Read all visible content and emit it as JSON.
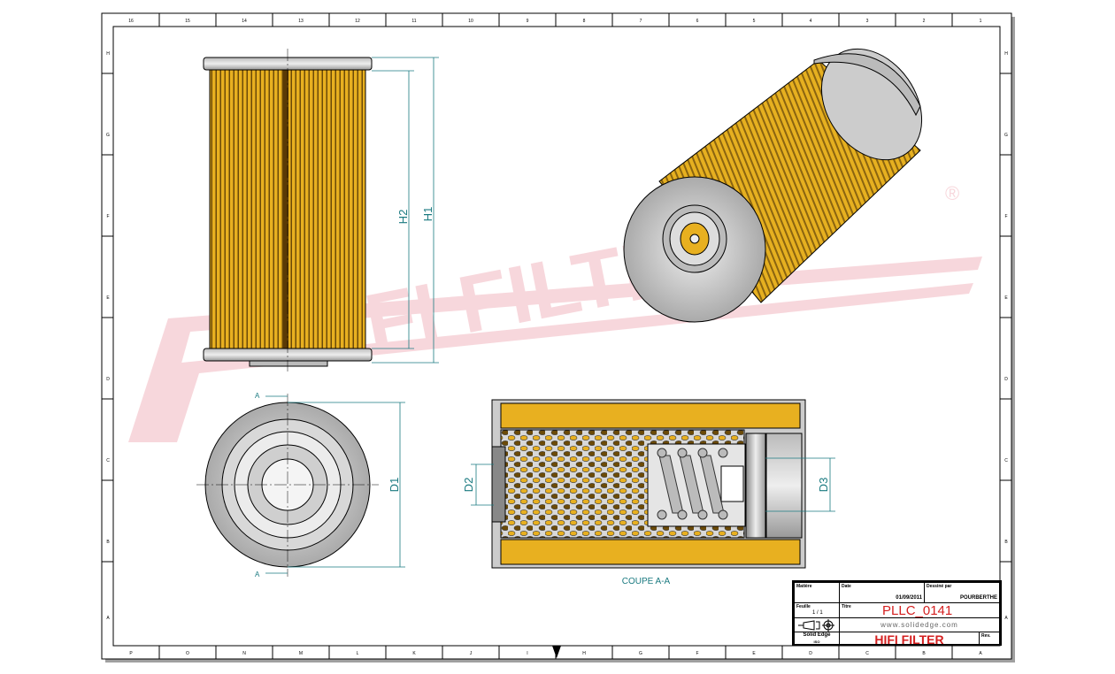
{
  "sheet": {
    "top_zones": [
      "16",
      "15",
      "14",
      "13",
      "12",
      "11",
      "10",
      "9",
      "8",
      "7",
      "6",
      "5",
      "4",
      "3",
      "2",
      "1"
    ],
    "bottom_zones": [
      "P",
      "O",
      "N",
      "M",
      "L",
      "K",
      "J",
      "I",
      "H",
      "G",
      "F",
      "E",
      "D",
      "C",
      "B",
      "A"
    ],
    "side_zones": [
      "H",
      "G",
      "F",
      "E",
      "D",
      "C",
      "B",
      "A"
    ]
  },
  "views": {
    "front_dims": {
      "h2": "H2",
      "h1": "H1"
    },
    "end_dims": {
      "d1": "D1",
      "section_mark": "A"
    },
    "section_dims": {
      "d2": "D2",
      "d3": "D3"
    },
    "section_caption": "COUPE A-A"
  },
  "watermark": {
    "text": "HIFI FILTER",
    "registered": "®"
  },
  "title_block": {
    "label_material": "Matière",
    "label_date": "Date",
    "date": "01/09/2011",
    "label_drawn_by": "Dessiné par",
    "drawn_by": "POURBERTHE",
    "label_sheet": "Feuille",
    "sheet": "1 / 1",
    "label_title": "Titre",
    "title": "PLLC_0141",
    "website": "www.solidedge.com",
    "software": "Solid Edge",
    "standard": "ISO",
    "company": "HIFI FILTER",
    "label_rev": "Rev."
  },
  "colors": {
    "filter_yellow": "#e8b020",
    "dim_teal": "#1a7a80",
    "title_red": "#d42020",
    "watermark_pink": "#f2b8c0"
  }
}
